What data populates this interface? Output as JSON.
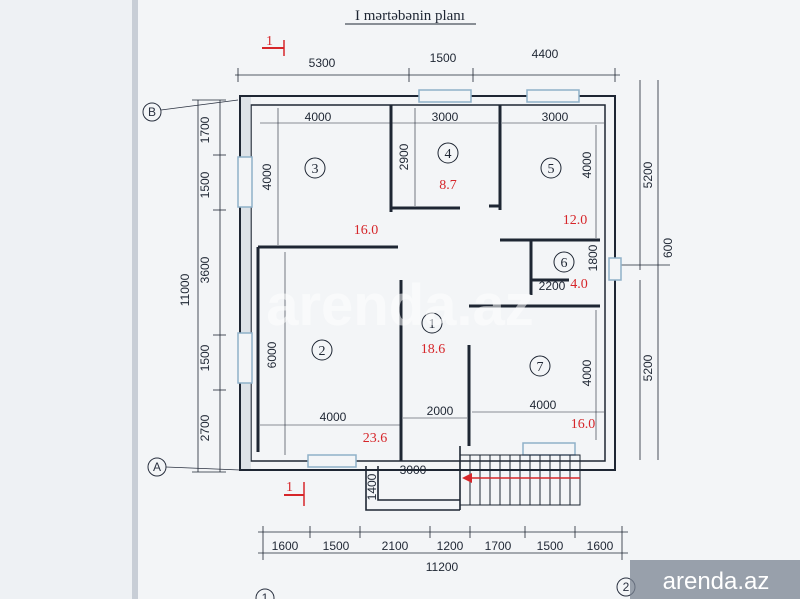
{
  "title": "I mərtəbənin planı",
  "section_marks": {
    "top": "1",
    "bottom": "1"
  },
  "axis_labels": {
    "b": "B",
    "a": "A",
    "one": "1",
    "two": "2"
  },
  "top_dims": {
    "d1": "5300",
    "d2": "1500",
    "d3": "4400"
  },
  "inner_dims": {
    "r3_width": "4000",
    "r4_width": "3000",
    "r5_width": "3000",
    "r2_width": "4000",
    "r1_width": "2000",
    "r7_width": "4000",
    "porch_width": "3000",
    "r6_width": "2200"
  },
  "vertical_inner": {
    "r3_height": "4000",
    "r4_height": "2900",
    "r5_height": "4000",
    "r2_height": "6000",
    "r7_height": "4000",
    "r6_height": "1800",
    "porch_height": "1400"
  },
  "left_dims": {
    "d1": "1700",
    "d2": "1500",
    "d3": "3600",
    "d4": "1500",
    "d5": "2700",
    "total": "11000"
  },
  "right_dims": {
    "d1": "5200",
    "d2": "600",
    "d3": "5200"
  },
  "bottom_dims": {
    "d1": "1600",
    "d2": "1500",
    "d3": "2100",
    "d4": "1200",
    "d5": "1700",
    "d6": "1500",
    "d7": "1600",
    "total": "11200"
  },
  "rooms": [
    {
      "num": "1",
      "area": "18.6"
    },
    {
      "num": "2",
      "area": "23.6"
    },
    {
      "num": "3",
      "area": "16.0"
    },
    {
      "num": "4",
      "area": "8.7"
    },
    {
      "num": "5",
      "area": "12.0"
    },
    {
      "num": "6",
      "area": "4.0"
    },
    {
      "num": "7",
      "area": "16.0"
    }
  ],
  "watermark": {
    "center": "arenda.az",
    "corner": "arenda.az"
  },
  "colors": {
    "paper": "#f3f5f7",
    "ink": "#1e2633",
    "red": "#d6262a",
    "window": "#8fb1c9"
  }
}
